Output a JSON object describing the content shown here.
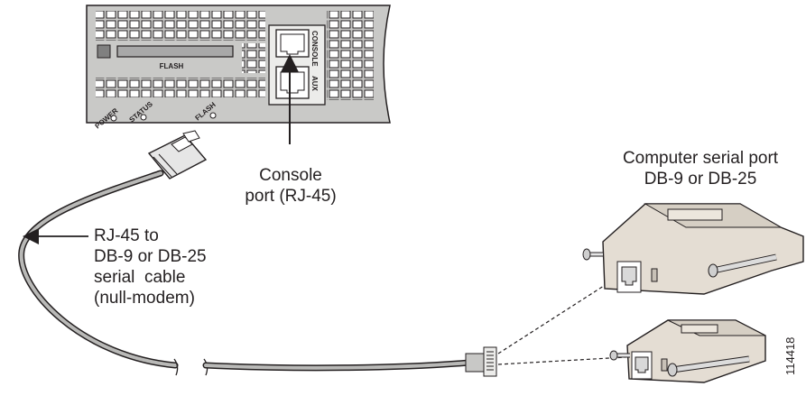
{
  "router_panel": {
    "flash_slot_label": "FLASH",
    "console_port_label": "CONSOLE",
    "aux_port_label": "AUX",
    "leds": [
      {
        "label": "POWER"
      },
      {
        "label": "STATUS"
      },
      {
        "label": "FLASH"
      }
    ]
  },
  "callouts": {
    "console_port": [
      "Console",
      "port (RJ-45)"
    ],
    "cable": [
      "RJ-45 to",
      "DB-9 or DB-25",
      "serial  cable",
      "(null-modem)"
    ],
    "computer_port": [
      "Computer serial port",
      "DB-9 or DB-25"
    ]
  },
  "figure_number": "114418",
  "icons": [
    "rj45-connector",
    "db25-adapter",
    "db9-adapter",
    "arrow"
  ]
}
